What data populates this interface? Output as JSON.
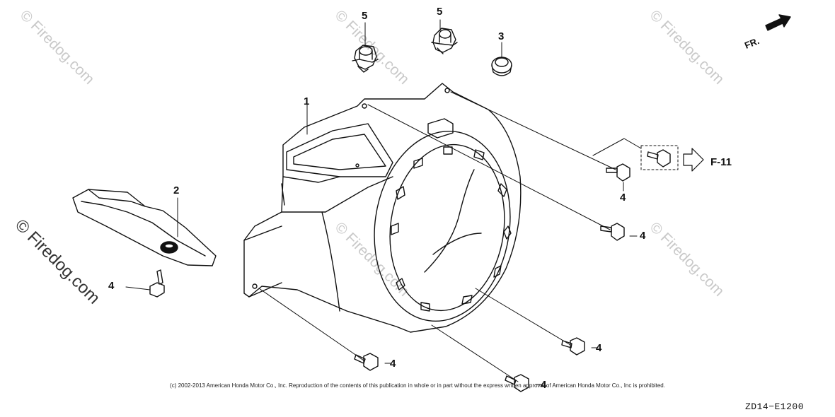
{
  "callouts": {
    "c1": "1",
    "c2": "2",
    "c3": "3",
    "c5a": "5",
    "c5b": "5",
    "c4a": "4",
    "c4b": "4",
    "c4c": "4",
    "c4d": "4",
    "c4e": "4",
    "c4f": "4"
  },
  "reference": "F-11",
  "direction": "FR.",
  "watermark": "© Firedog.com",
  "copyright": "(c) 2002-2013 American Honda Motor Co., Inc. Reproduction of the contents of this publication in whole or in part without the express written approval of American Honda Motor Co., Inc is prohibited.",
  "diagram_code": "ZD14−E1200",
  "colors": {
    "line": "#111111",
    "watermark": "#c9c9c9"
  }
}
